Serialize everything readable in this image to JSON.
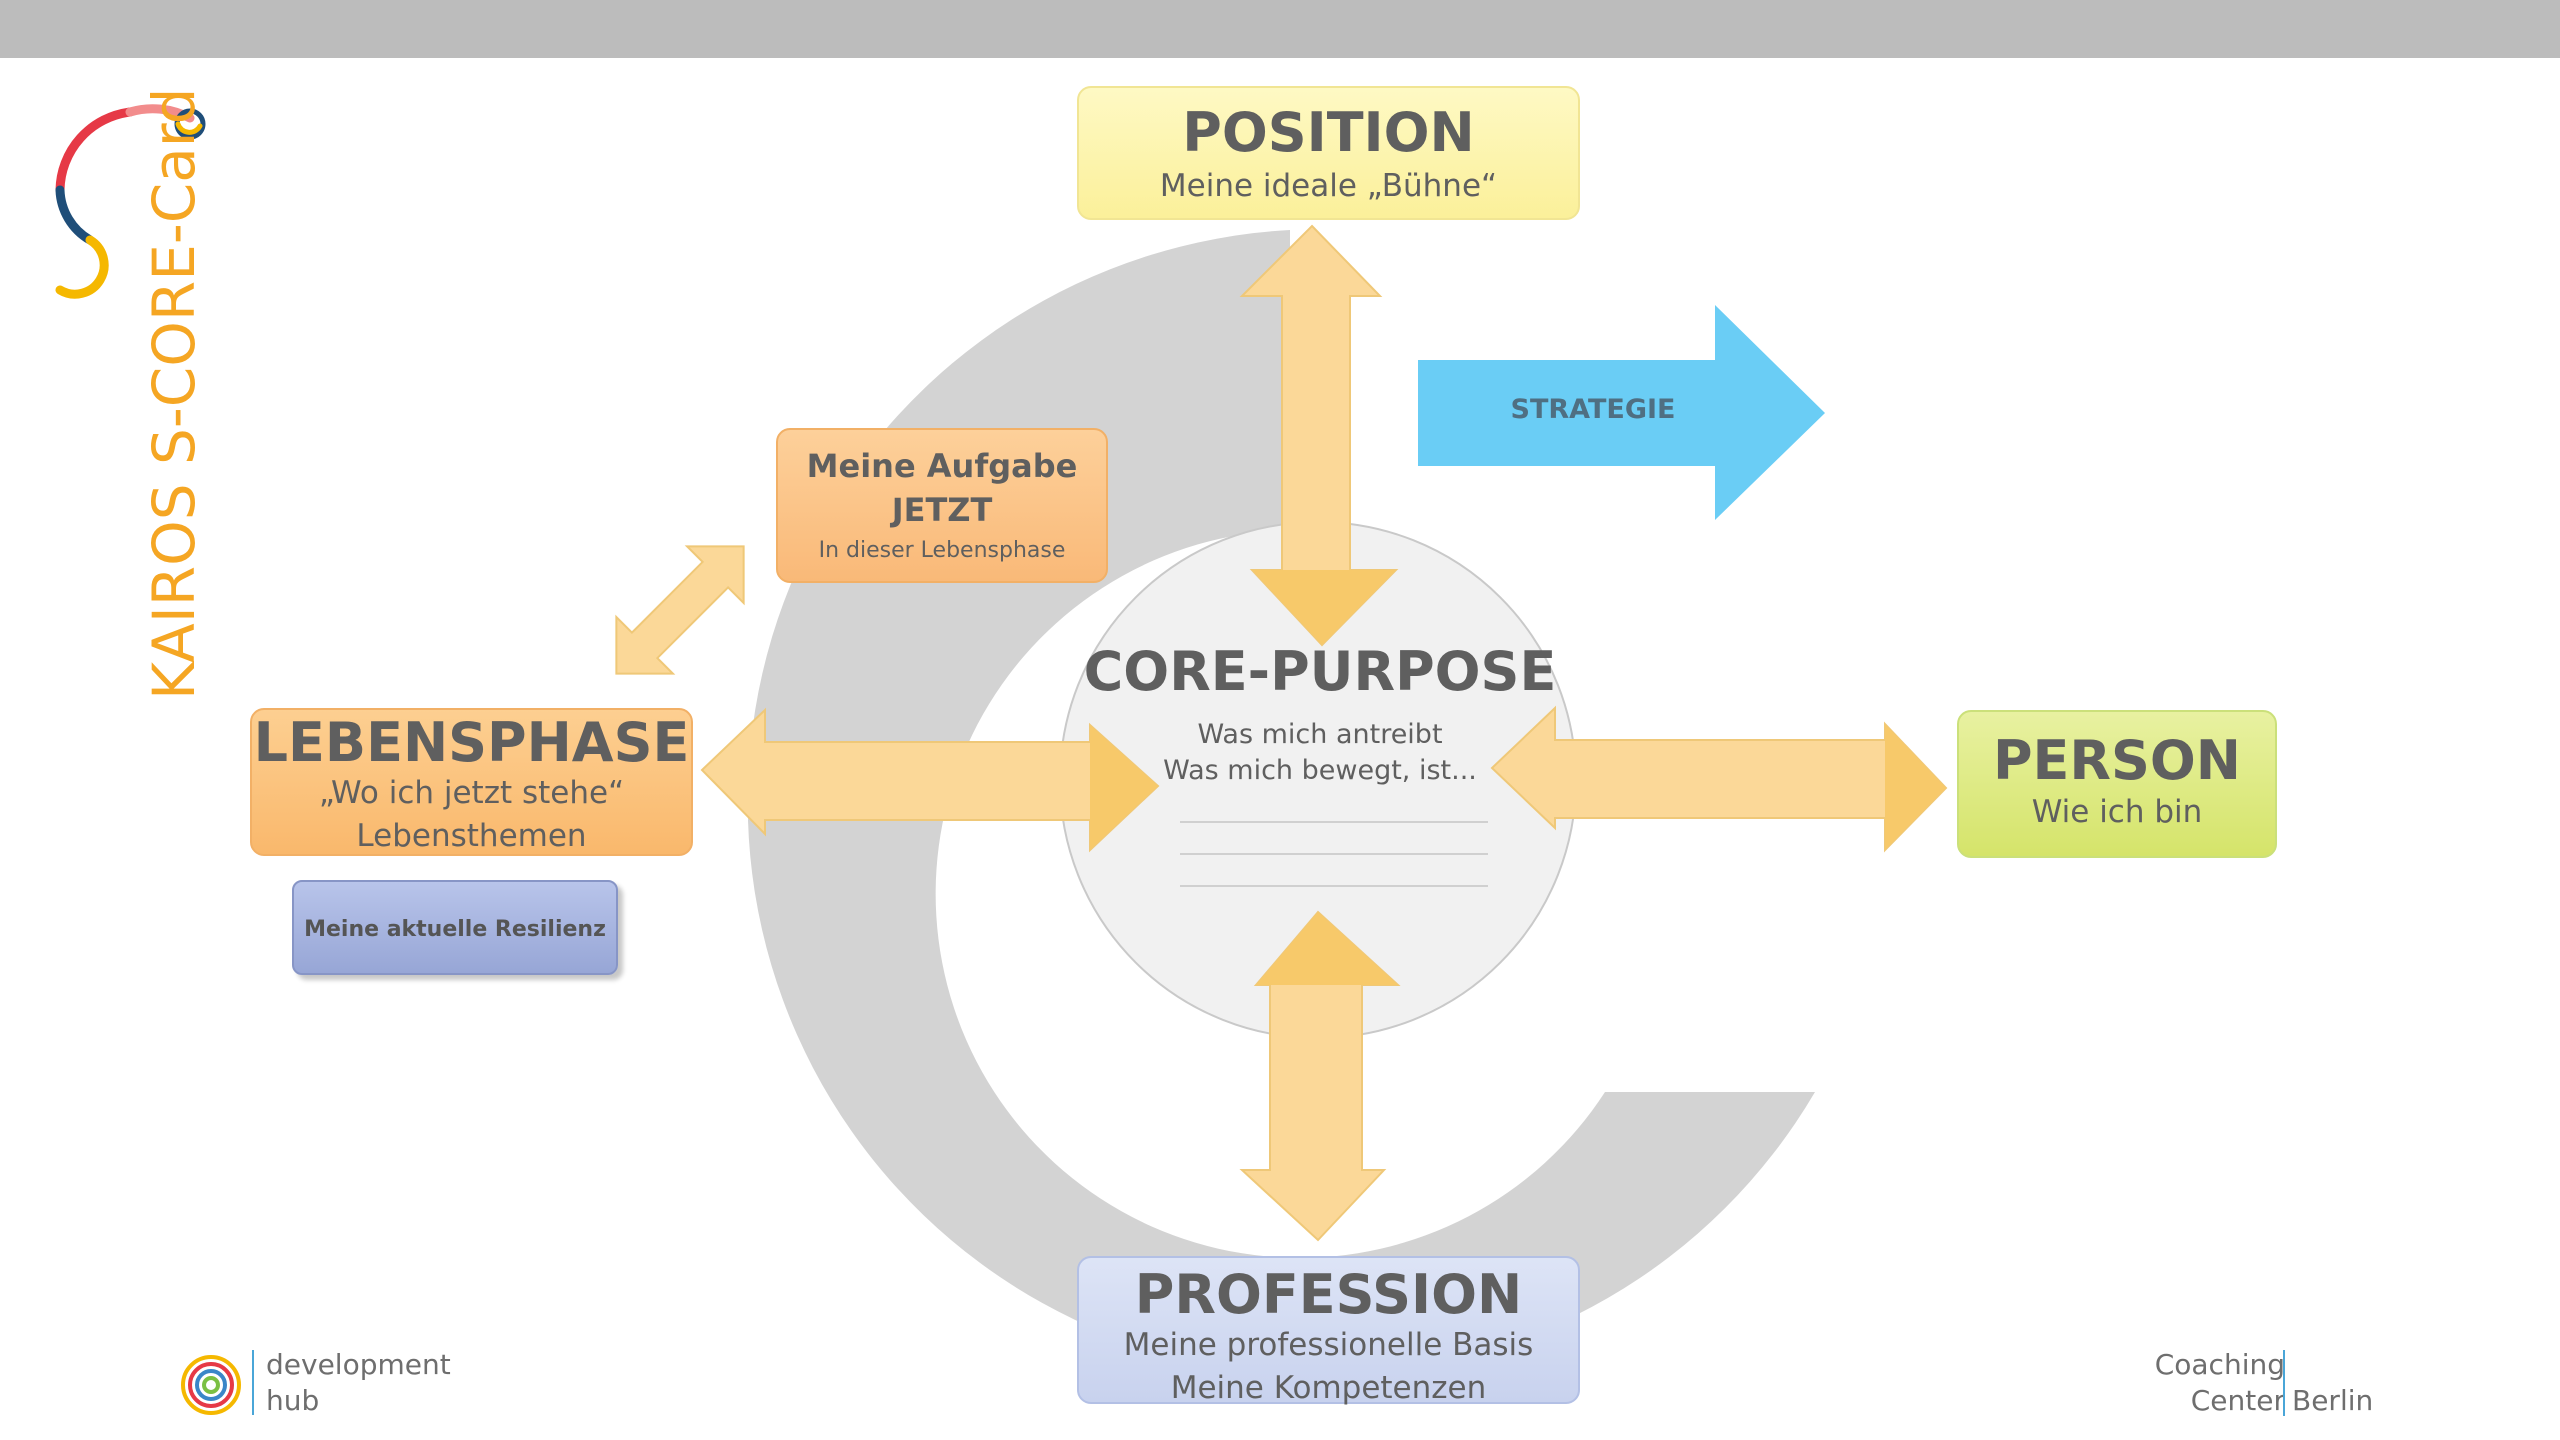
{
  "brand": {
    "title": "KAIROS S-CORE-Card"
  },
  "position": {
    "title": "POSITION",
    "subtitle": "Meine ideale „Bühne“"
  },
  "aufgabe": {
    "line1": "Meine Aufgabe",
    "line2": "JETZT",
    "line3": "In dieser Lebensphase"
  },
  "lebensphase": {
    "title": "LEBENSPHASE",
    "line1": "„Wo ich jetzt stehe“",
    "line2": "Lebensthemen"
  },
  "resilienz": {
    "label": "Meine aktuelle Resilienz"
  },
  "core": {
    "title": "CORE-PURPOSE",
    "line1": "Was mich antreibt",
    "line2": "Was mich bewegt, ist..."
  },
  "strategy": {
    "label": "STRATEGIE"
  },
  "person": {
    "title": "PERSON",
    "subtitle": "Wie ich bin"
  },
  "profession": {
    "title": "PROFESSION",
    "line1": "Meine professionelle Basis",
    "line2": "Meine Kompetenzen"
  },
  "footer": {
    "dev_hub_line1": "development",
    "dev_hub_line2": "hub",
    "ccb_line1": "Coaching",
    "ccb_line2": "Center",
    "ccb_line3": "Berlin"
  },
  "colors": {
    "arc": "#d3d3d3",
    "arrow": "#fbd898",
    "arrow_head": "#f7c96a",
    "strategy": "#6acdf5"
  }
}
